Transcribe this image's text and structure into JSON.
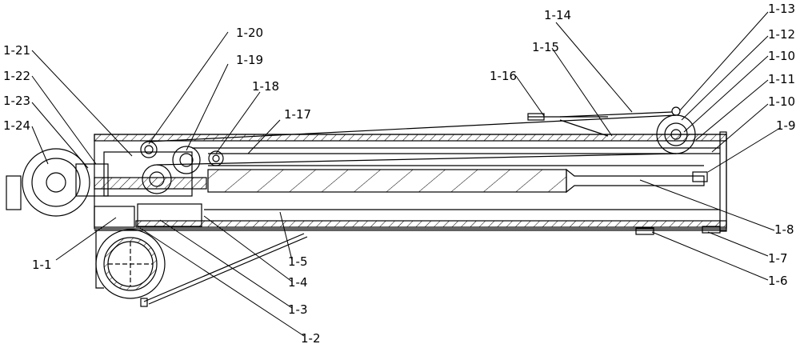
{
  "labels": {
    "l1_1": "1-1",
    "l1_2": "1-2",
    "l1_3": "1-3",
    "l1_4": "1-4",
    "l1_5": "1-5",
    "l1_6": "1-6",
    "l1_7": "1-7",
    "l1_8": "1-8",
    "l1_9": "1-9",
    "l1_10a": "1-10",
    "l1_10b": "1-10",
    "l1_11": "1-11",
    "l1_12": "1-12",
    "l1_13": "1-13",
    "l1_14": "1-14",
    "l1_15": "1-15",
    "l1_16": "1-16",
    "l1_17": "1-17",
    "l1_18": "1-18",
    "l1_19": "1-19",
    "l1_20": "1-20",
    "l1_21": "1-21",
    "l1_22": "1-22",
    "l1_23": "1-23",
    "l1_24": "1-24"
  }
}
